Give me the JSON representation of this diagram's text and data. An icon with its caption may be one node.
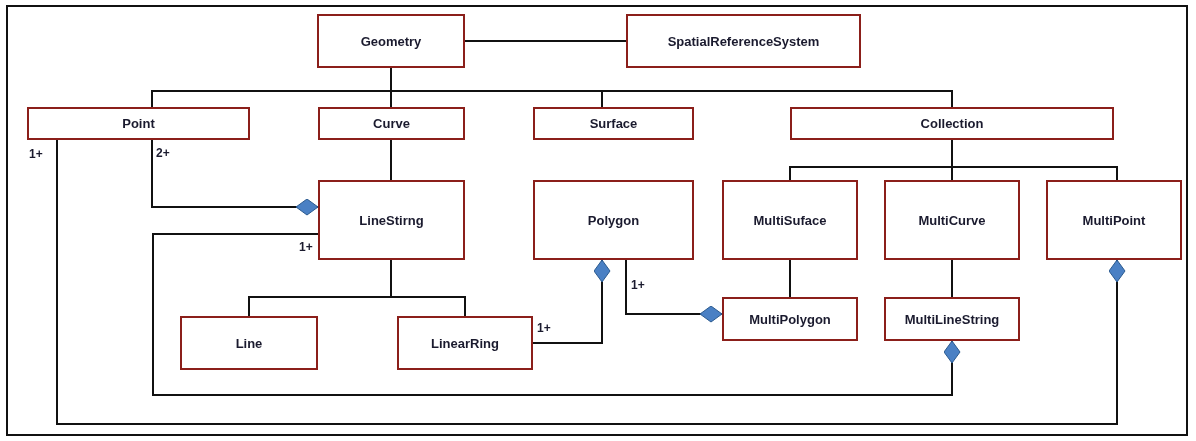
{
  "diagram": {
    "nodes": [
      {
        "text": [
          "Geometry"
        ]
      },
      {
        "text": [
          "SpatialReferenceSystem"
        ]
      },
      {
        "text": [
          "Point"
        ]
      },
      {
        "text": [
          "Curve"
        ]
      },
      {
        "text": [
          "Surface"
        ]
      },
      {
        "text": [
          "Collection"
        ]
      },
      {
        "text": [
          "LineStirng"
        ]
      },
      {
        "text": [
          "Polygon"
        ]
      },
      {
        "text": [
          "MultiSuface"
        ]
      },
      {
        "text": [
          "MultiCurve"
        ]
      },
      {
        "text": [
          "MultiPoint"
        ]
      },
      {
        "text": [
          "Line"
        ]
      },
      {
        "text": [
          "LinearRing"
        ]
      },
      {
        "text": [
          "MultiPolygon"
        ]
      },
      {
        "text": [
          "MultiLineString"
        ]
      }
    ],
    "edges": [
      {
        "from": 0,
        "to": 1,
        "arrow": "none"
      },
      {
        "from": 0,
        "to": 2,
        "arrow": "none"
      },
      {
        "from": 0,
        "to": 3,
        "arrow": "none"
      },
      {
        "from": 0,
        "to": 4,
        "arrow": "none"
      },
      {
        "from": 0,
        "to": 5,
        "arrow": "none"
      },
      {
        "from": 3,
        "to": 6,
        "arrow": "none"
      },
      {
        "from": 5,
        "to": 8,
        "arrow": "none"
      },
      {
        "from": 5,
        "to": 9,
        "arrow": "none"
      },
      {
        "from": 5,
        "to": 10,
        "arrow": "none"
      },
      {
        "from": 6,
        "to": 11,
        "arrow": "none"
      },
      {
        "from": 6,
        "to": 12,
        "arrow": "none"
      },
      {
        "from": 8,
        "to": 13,
        "arrow": "none"
      },
      {
        "from": 9,
        "to": 14,
        "arrow": "none"
      },
      {
        "from": 2,
        "to": 6,
        "arrow": "other",
        "label": "2+"
      },
      {
        "from": 6,
        "to": 14,
        "arrow": "other",
        "label": "1+"
      },
      {
        "from": 2,
        "to": 10,
        "arrow": "other",
        "label": "1+"
      },
      {
        "from": 12,
        "to": 7,
        "arrow": "other",
        "label": "1+"
      },
      {
        "from": 7,
        "to": 13,
        "arrow": "other",
        "label": "1+"
      }
    ]
  }
}
